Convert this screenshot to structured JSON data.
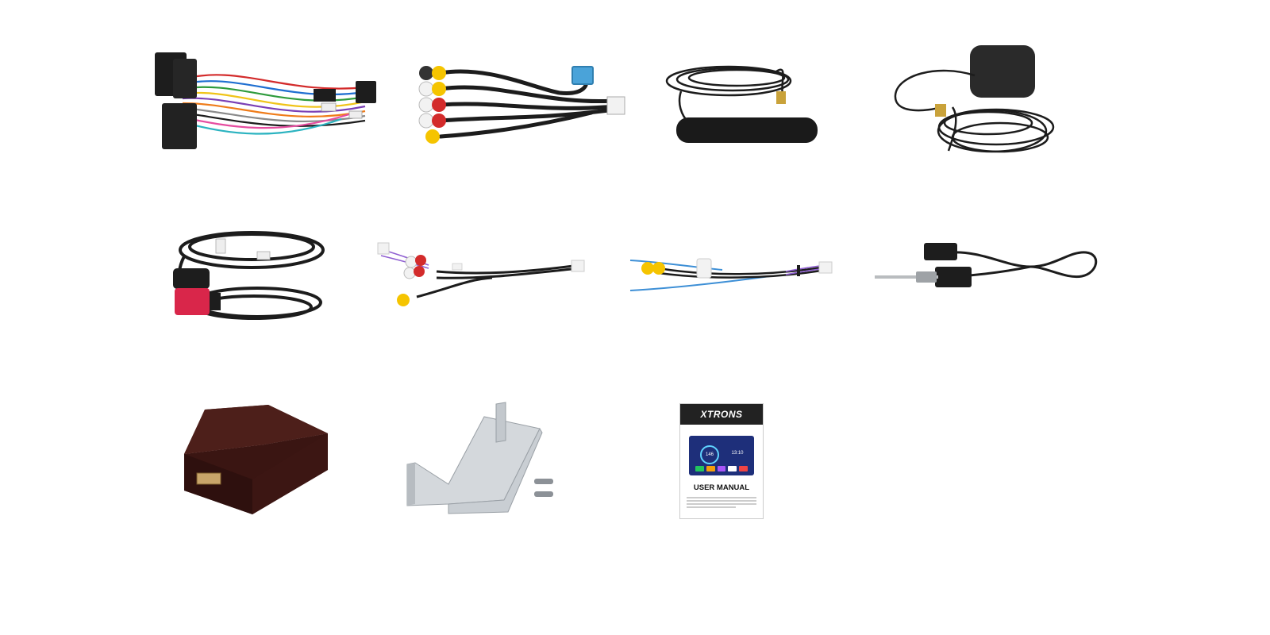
{
  "items": [
    {
      "name": "wiring-harness"
    },
    {
      "name": "rca-video-cable"
    },
    {
      "name": "radio-antenna"
    },
    {
      "name": "gps-antenna"
    },
    {
      "name": "usb-cable"
    },
    {
      "name": "rca-audio-cable"
    },
    {
      "name": "reverse-camera-cable"
    },
    {
      "name": "antenna-adapter"
    },
    {
      "name": "canbus-box"
    },
    {
      "name": "mounting-brackets"
    },
    {
      "name": "user-manual"
    }
  ],
  "manual": {
    "brand": "XTRONS",
    "title": "USER MANUAL",
    "screen_left_value": "146",
    "screen_right_value": "13:10"
  },
  "colors": {
    "background": "#ffffff",
    "cable": "#1c1c1c",
    "rca_yellow": "#f5c400",
    "rca_red": "#d32b2b",
    "rca_white": "#f2f2f2",
    "connector_blue": "#4aa3d9",
    "usb_red": "#d9264a",
    "canbus_box": "#3a1512",
    "bracket": "#c9ced3",
    "manual_header": "#222222",
    "screen": "#1e2f7a"
  }
}
